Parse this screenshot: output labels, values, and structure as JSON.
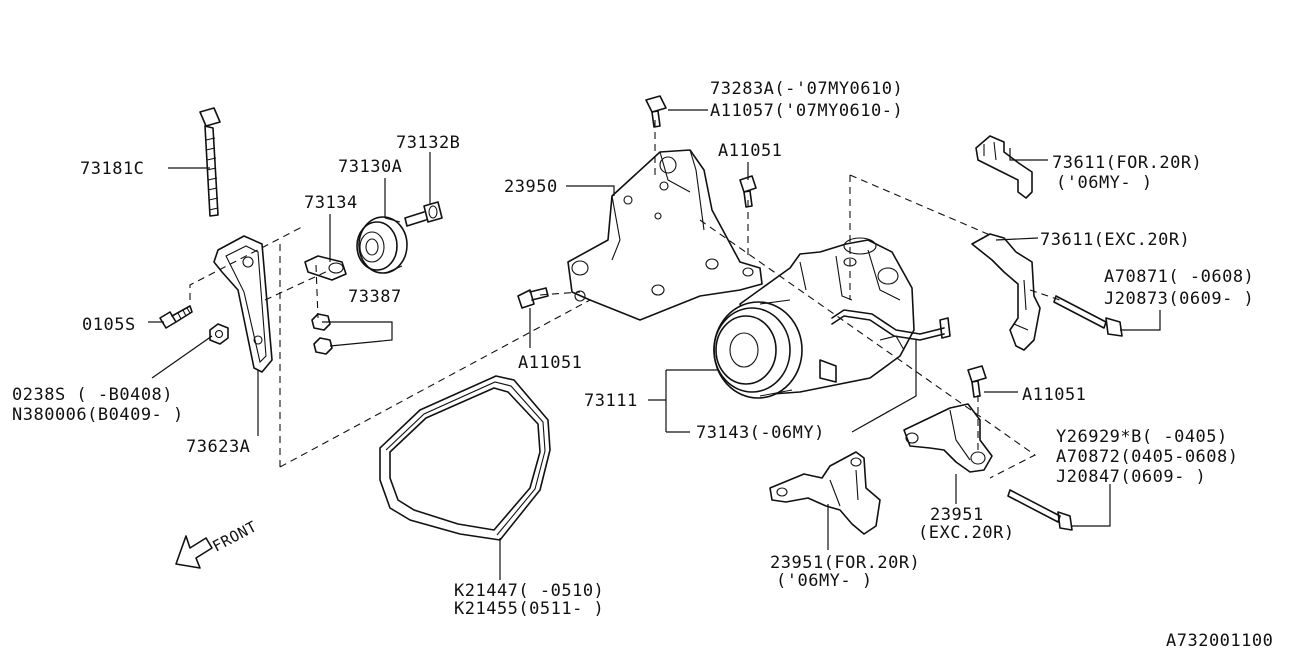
{
  "diagram": {
    "reference_code": "A732001100",
    "direction_label": "FRONT",
    "labels": {
      "l73283a": "73283A(-'07MY0610)",
      "l11057": "A11057('07MY0610-)",
      "l73181c": "73181C",
      "l73132b": "73132B",
      "l73130a": "73130A",
      "l73134": "73134",
      "l23950": "23950",
      "a11051_top": "A11051",
      "l73611_for": "73611(FOR.20R)",
      "l73611_for_b": "('06MY- )",
      "l73611_exc": "73611(EXC.20R)",
      "l70871": "A70871( -0608)",
      "l20873": "J20873(0609- )",
      "l73387": "73387",
      "l0105s": "0105S",
      "a11051_mid": "A11051",
      "a11051_right": "A11051",
      "l0238s": "0238S ( -B0408)",
      "l380006": "N380006(B0409- )",
      "l73111": "73111",
      "l73143": "73143(-06MY)",
      "l26929": "Y26929*B( -0405)",
      "l70872": "A70872(0405-0608)",
      "l20847": "J20847(0609- )",
      "l73623a": "73623A",
      "l23951_exc_a": "23951",
      "l23951_exc_b": "(EXC.20R)",
      "l23951_for_a": "23951(FOR.20R)",
      "l23951_for_b": "('06MY- )",
      "l21447": "K21447( -0510)",
      "l21455": "K21455(0511- )"
    }
  }
}
